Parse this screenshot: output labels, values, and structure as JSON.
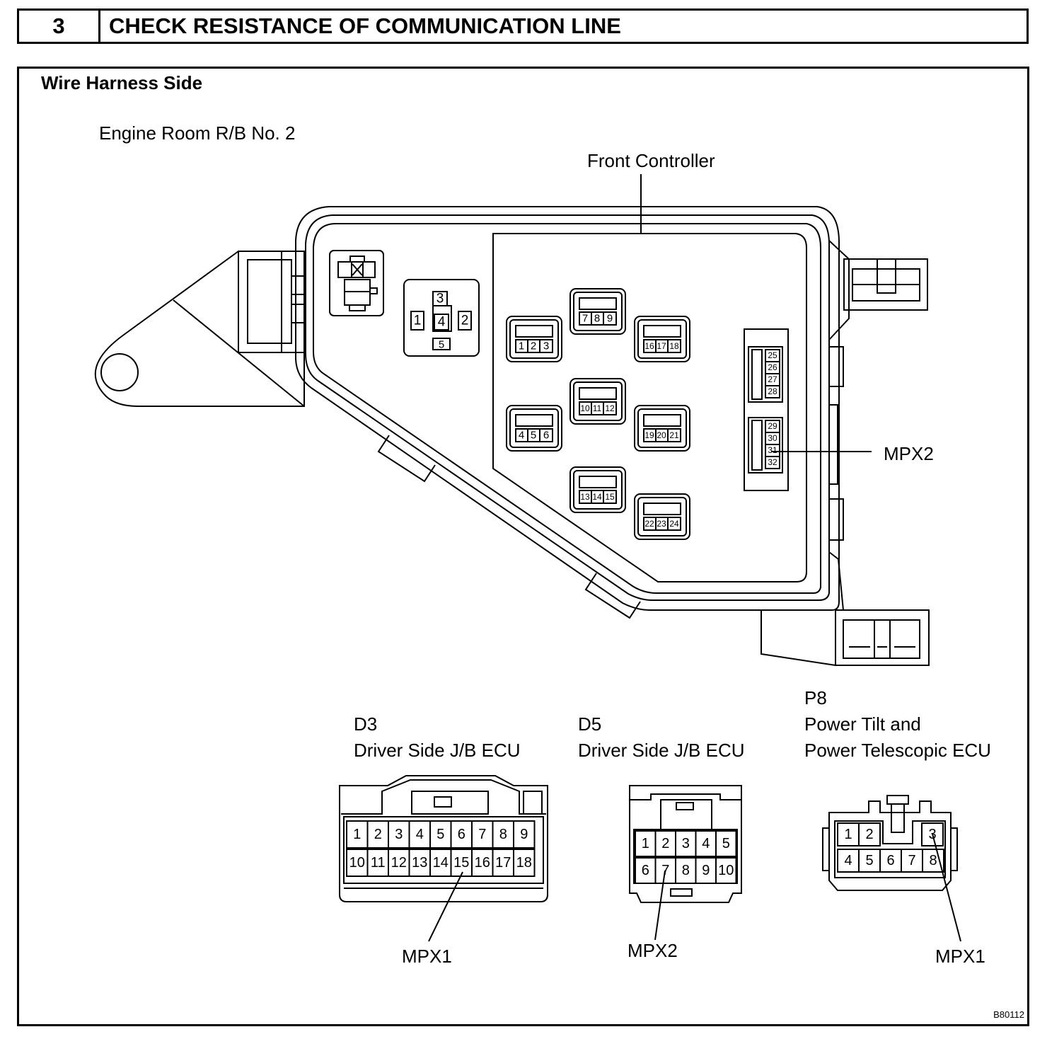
{
  "header": {
    "step_number": "3",
    "title": "CHECK RESISTANCE OF COMMUNICATION LINE"
  },
  "figure": {
    "subtitle": "Wire Harness Side",
    "engine_room_label": "Engine Room R/B No. 2",
    "front_controller_label": "Front Controller",
    "mpx2_label_top": "MPX2",
    "relay_pins": [
      "1",
      "2",
      "3",
      "4",
      "5"
    ],
    "front_controller_pins": [
      [
        "1",
        "2",
        "3"
      ],
      [
        "4",
        "5",
        "6"
      ],
      [
        "7",
        "8",
        "9"
      ],
      [
        "10",
        "11",
        "12"
      ],
      [
        "13",
        "14",
        "15"
      ],
      [
        "16",
        "17",
        "18"
      ],
      [
        "19",
        "20",
        "21"
      ],
      [
        "22",
        "23",
        "24"
      ]
    ],
    "side_block_pins": [
      [
        "25",
        "26",
        "27",
        "28"
      ],
      [
        "29",
        "30",
        "31",
        "32"
      ]
    ],
    "d3": {
      "code": "D3",
      "name": "Driver Side J/B ECU",
      "row1": [
        "1",
        "2",
        "3",
        "4",
        "5",
        "6",
        "7",
        "8",
        "9"
      ],
      "row2": [
        "10",
        "11",
        "12",
        "13",
        "14",
        "15",
        "16",
        "17",
        "18"
      ],
      "callout": "MPX1"
    },
    "d5": {
      "code": "D5",
      "name": "Driver Side J/B ECU",
      "row1": [
        "1",
        "2",
        "3",
        "4",
        "5"
      ],
      "row2": [
        "6",
        "7",
        "8",
        "9",
        "10"
      ],
      "callout": "MPX2"
    },
    "p8": {
      "code": "P8",
      "name_line1": "Power Tilt and",
      "name_line2": "Power Telescopic ECU",
      "row1": [
        "1",
        "2",
        "3"
      ],
      "row2": [
        "4",
        "5",
        "6",
        "7",
        "8"
      ],
      "callout": "MPX1"
    },
    "figure_id": "B80112"
  }
}
